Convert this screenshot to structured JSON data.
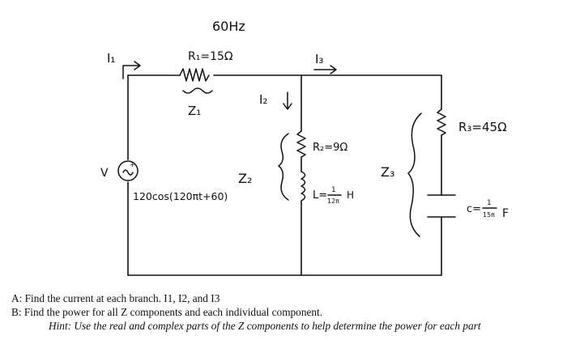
{
  "figure": {
    "frequency": "60Hz",
    "source_voltage_label": "V",
    "source_expression": "120cos(120πt+60)",
    "current_I1": "I₁",
    "current_I2": "I₂",
    "current_I3": "I₃",
    "resistor_R1": "R₁=15Ω",
    "impedance_Z1": "Z₁",
    "impedance_Z2": "Z₂",
    "resistor_R2": "R₂=9Ω",
    "inductor_L": "L=",
    "inductor_L_num": "1",
    "inductor_L_den": "12π",
    "inductor_L_unit": "H",
    "impedance_Z3": "Z₃",
    "resistor_R3": "R₃=45Ω",
    "capacitor_C": "c=",
    "capacitor_C_num": "1",
    "capacitor_C_den": "15π",
    "capacitor_C_unit": "F"
  },
  "questions": {
    "a": "A: Find the current at each branch. I1, I2, and I3",
    "b": "B: Find the power for all Z components and each individual component.",
    "hint": "Hint: Use the real and complex parts of the Z components to help determine the power for each part"
  }
}
